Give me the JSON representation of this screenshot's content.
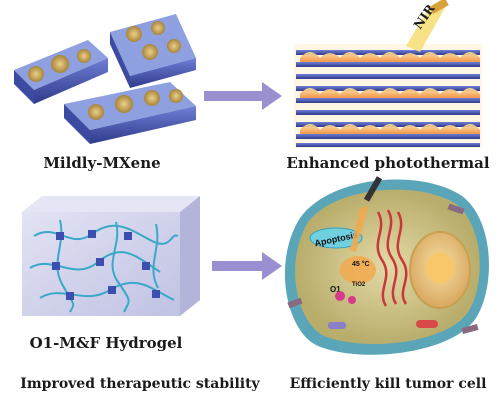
{
  "captions": {
    "mxene": "Mildly-MXene",
    "photothermal": "Enhanced photothermal",
    "hydrogel": "O1-M&F Hydrogel",
    "stability": "Improved therapeutic stability",
    "kill": "Efficiently kill tumor cell"
  },
  "annotations": {
    "nir": "NIR",
    "apoptosis": "Apoptosis",
    "temperature": "45 °C",
    "o1": "O1",
    "tio2": "TiO2"
  },
  "colors": {
    "arrow": "#9a8fd0",
    "mxene_layer": "#4a5ab8",
    "nanoparticle": "#c8a850",
    "flame": "#f4b060",
    "hydrogel_box": "#c9cbe6",
    "cell_membrane": "#5aa6b8",
    "nucleus": "#e8c890",
    "cytoplasm": "#cfc48a",
    "mitochondria": "#c8383a"
  }
}
